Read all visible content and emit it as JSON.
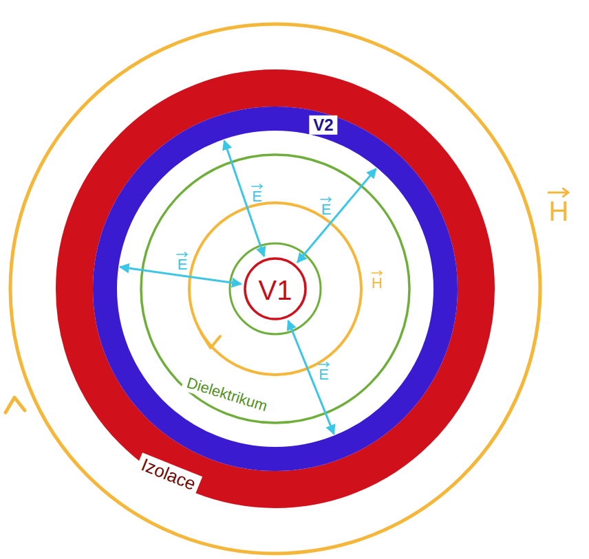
{
  "diagram": {
    "nodes": [
      {
        "text": [
          "Izolace"
        ]
      },
      {
        "text": [
          "V2"
        ],
        "in": 0
      },
      {
        "text": [
          "Dielektrikum"
        ],
        "in": 1
      },
      {
        "text": [
          "V1"
        ],
        "in": 2
      }
    ],
    "edges": [
      {
        "from": 3,
        "to": 1,
        "arrow": "both",
        "label": "E"
      },
      {
        "from": 3,
        "to": 1,
        "arrow": "both",
        "label": "E"
      },
      {
        "from": 3,
        "to": 1,
        "arrow": "both",
        "label": "E"
      },
      {
        "from": 3,
        "to": 1,
        "arrow": "both",
        "label": "E"
      }
    ],
    "labels": [
      "H",
      "H"
    ]
  }
}
